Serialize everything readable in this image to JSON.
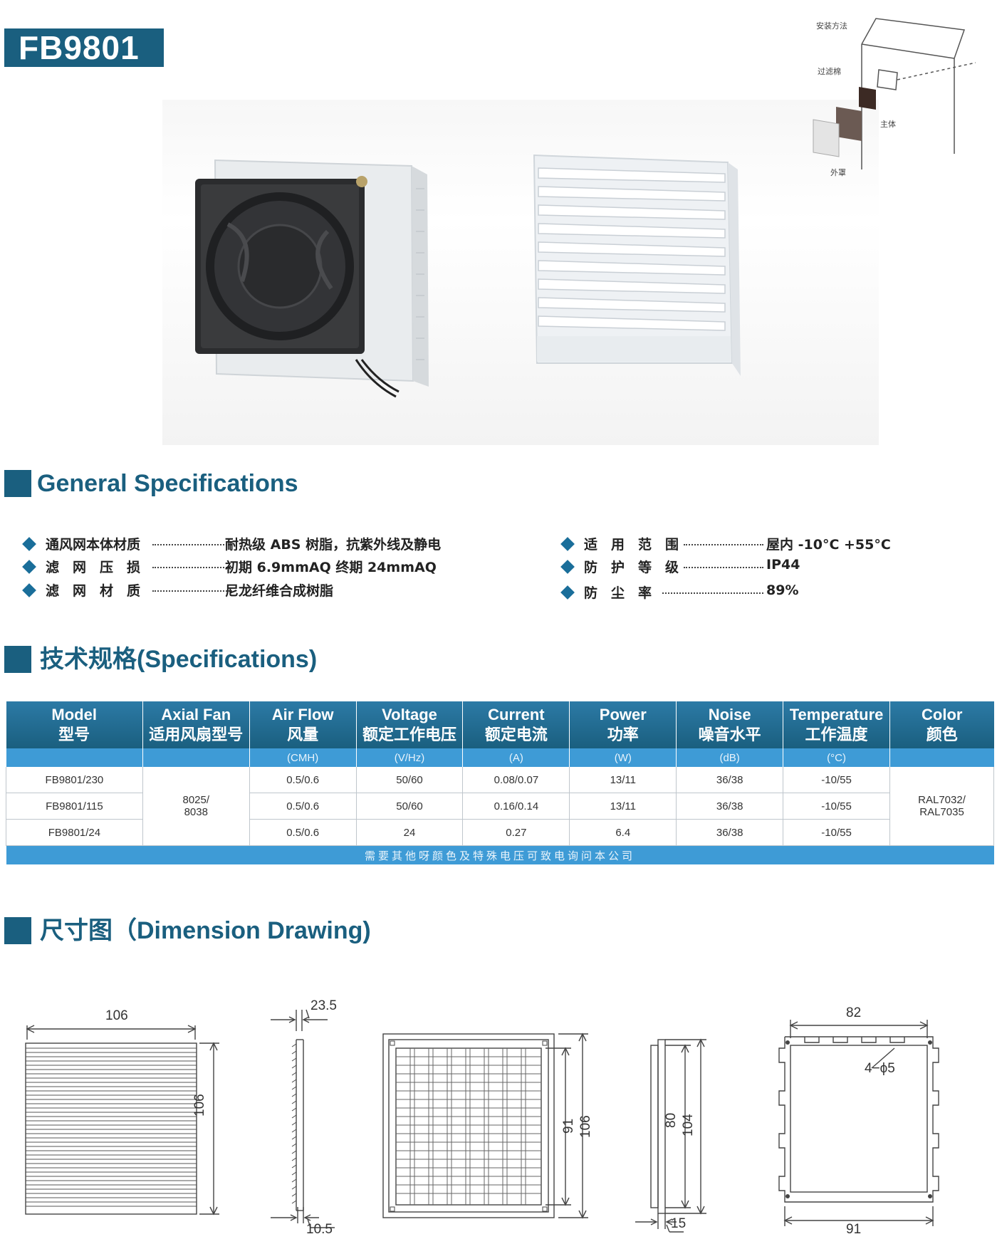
{
  "header": {
    "model_title": "FB9801"
  },
  "install_diagram": {
    "labels": {
      "method": "安装方法",
      "filter_cotton": "过滤棉",
      "main_body": "主体",
      "outer_cover": "外罩"
    }
  },
  "general": {
    "heading": "General Specifications",
    "left": [
      {
        "label": "通风网本体材质",
        "value": "耐热级 ABS 树脂，抗紫外线及静电"
      },
      {
        "label": "滤　网　压　损",
        "value": "初期 6.9mmAQ 终期 24mmAQ"
      },
      {
        "label": "滤　网　材　质",
        "value": "尼龙纤维合成树脂"
      }
    ],
    "right": [
      {
        "label": "适　用　范　围",
        "value": "屋内 -10°C +55°C"
      },
      {
        "label": "防　护　等　级",
        "value": "IP44"
      },
      {
        "label": "防　尘　率",
        "value": "89%"
      }
    ]
  },
  "specs": {
    "heading": "技术规格(Specifications)",
    "columns": [
      {
        "en": "Model",
        "cn": "型号",
        "unit": ""
      },
      {
        "en": "Axial Fan",
        "cn": "适用风扇型号",
        "unit": ""
      },
      {
        "en": "Air Flow",
        "cn": "风量",
        "unit": "(CMH)"
      },
      {
        "en": "Voltage",
        "cn": "额定工作电压",
        "unit": "(V/Hz)"
      },
      {
        "en": "Current",
        "cn": "额定电流",
        "unit": "(A)"
      },
      {
        "en": "Power",
        "cn": "功率",
        "unit": "(W)"
      },
      {
        "en": "Noise",
        "cn": "噪音水平",
        "unit": "(dB)"
      },
      {
        "en": "Temperature",
        "cn": "工作温度",
        "unit": "(°C)"
      },
      {
        "en": "Color",
        "cn": "颜色",
        "unit": ""
      }
    ],
    "rows": [
      {
        "model": "FB9801/230",
        "airflow": "0.5/0.6",
        "voltage": "50/60",
        "current": "0.08/0.07",
        "power": "13/11",
        "noise": "36/38",
        "temp": "-10/55"
      },
      {
        "model": "FB9801/115",
        "airflow": "0.5/0.6",
        "voltage": "50/60",
        "current": "0.16/0.14",
        "power": "13/11",
        "noise": "36/38",
        "temp": "-10/55"
      },
      {
        "model": "FB9801/24",
        "airflow": "0.5/0.6",
        "voltage": "24",
        "current": "0.27",
        "power": "6.4",
        "noise": "36/38",
        "temp": "-10/55"
      }
    ],
    "axial_fan_line1": "8025/",
    "axial_fan_line2": "8038",
    "color_line1": "RAL7032/",
    "color_line2": "RAL7035",
    "note": "需要其他呀颜色及特殊电压可致电询问本公司"
  },
  "dimension": {
    "heading": "尺寸图（Dimension Drawing)",
    "d1_width": "106",
    "d1_height": "106",
    "d2_top": "23.5",
    "d2_bottom": "10.5",
    "d3_inner": "91",
    "d3_outer": "106",
    "d4_inner": "80",
    "d4_outer": "104",
    "d4_bottom": "15",
    "d5_top": "82",
    "d5_bottom": "91",
    "d5_holes": "4−ϕ5"
  },
  "colors": {
    "brand": "#1a5f7f",
    "table_sub": "#3e9bd6"
  }
}
